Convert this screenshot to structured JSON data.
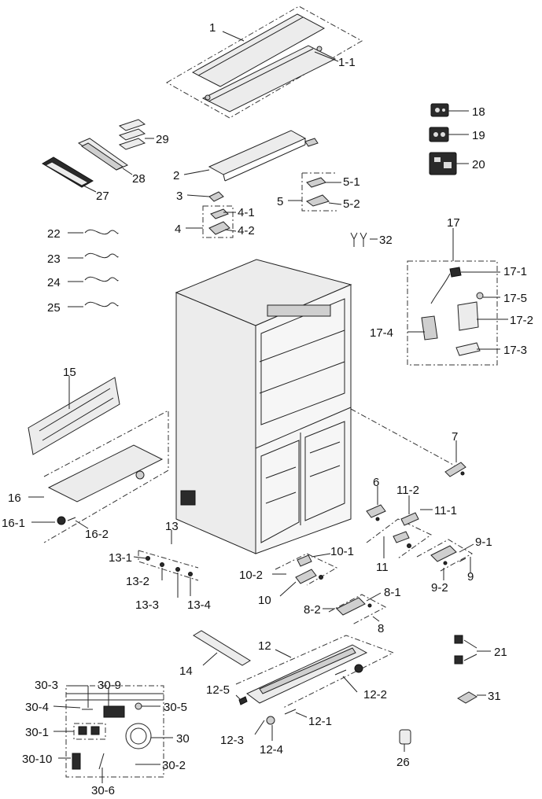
{
  "labels": {
    "l1": "1",
    "l1_1": "1-1",
    "l2": "2",
    "l3": "3",
    "l4": "4",
    "l4_1": "4-1",
    "l4_2": "4-2",
    "l5": "5",
    "l5_1": "5-1",
    "l5_2": "5-2",
    "l6": "6",
    "l7": "7",
    "l8": "8",
    "l8_1": "8-1",
    "l8_2": "8-2",
    "l9": "9",
    "l9_1": "9-1",
    "l9_2": "9-2",
    "l10": "10",
    "l10_1": "10-1",
    "l10_2": "10-2",
    "l11": "11",
    "l11_1": "11-1",
    "l11_2": "11-2",
    "l12": "12",
    "l12_1": "12-1",
    "l12_2": "12-2",
    "l12_3": "12-3",
    "l12_4": "12-4",
    "l12_5": "12-5",
    "l13": "13",
    "l13_1": "13-1",
    "l13_2": "13-2",
    "l13_3": "13-3",
    "l13_4": "13-4",
    "l14": "14",
    "l15": "15",
    "l16": "16",
    "l16_1": "16-1",
    "l16_2": "16-2",
    "l17": "17",
    "l17_1": "17-1",
    "l17_2": "17-2",
    "l17_3": "17-3",
    "l17_4": "17-4",
    "l17_5": "17-5",
    "l18": "18",
    "l19": "19",
    "l20": "20",
    "l21": "21",
    "l22": "22",
    "l23": "23",
    "l24": "24",
    "l25": "25",
    "l26": "26",
    "l27": "27",
    "l28": "28",
    "l29": "29",
    "l30": "30",
    "l30_1": "30-1",
    "l30_2": "30-2",
    "l30_3": "30-3",
    "l30_4": "30-4",
    "l30_5": "30-5",
    "l30_6": "30-6",
    "l30_9": "30-9",
    "l30_10": "30-10",
    "l31": "31",
    "l32": "32"
  }
}
